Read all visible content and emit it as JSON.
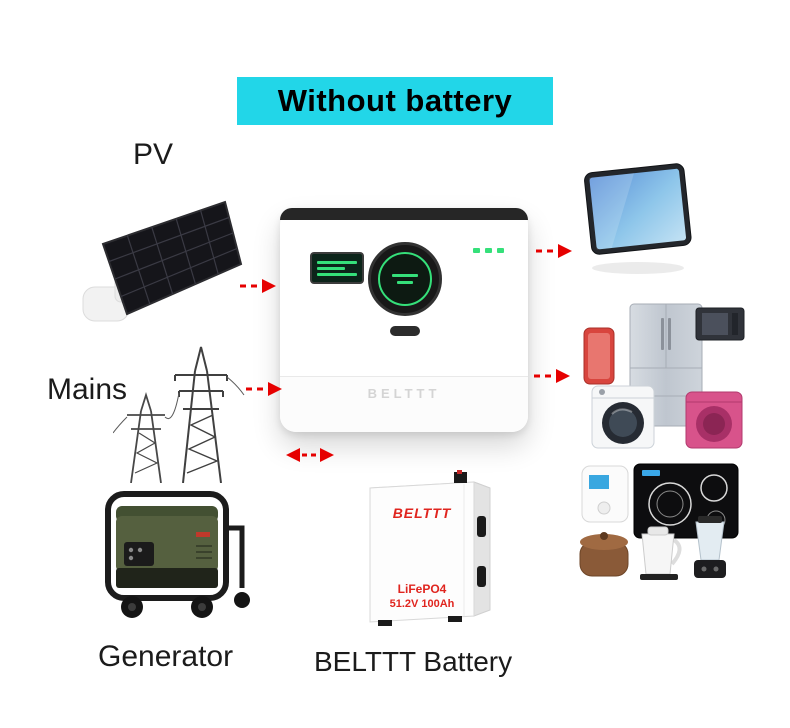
{
  "banner": {
    "label": "Without battery"
  },
  "labels": {
    "pv": "PV",
    "mains": "Mains",
    "generator": "Generator",
    "battery": "BELTTT Battery"
  },
  "inverter": {
    "brand": "BELTTT"
  },
  "battery_unit": {
    "brand": "BELTTT",
    "chemistry": "LiFePO4",
    "spec": "51.2V 100Ah"
  },
  "colors": {
    "banner_bg": "#22d6e8",
    "arrow": "#e60000",
    "brand_red": "#e0251f"
  }
}
